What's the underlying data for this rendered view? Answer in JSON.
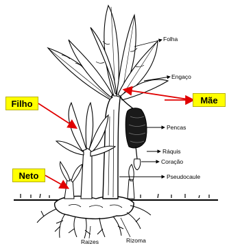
{
  "callouts": {
    "filho": "Filho",
    "mae": "Mãe",
    "neto": "Neto"
  },
  "labels": {
    "folha": "Folha",
    "engaco": "Engaço",
    "pencas": "Pencas",
    "raquis": "Ráquis",
    "coracao": "Coração",
    "pseudocaule": "Pseudocaule",
    "raizes": "Raizes",
    "rizoma": "Rizoma"
  },
  "colors": {
    "arrow": "#e00000",
    "callout_bg": "#ffff00",
    "ink": "#000000"
  }
}
